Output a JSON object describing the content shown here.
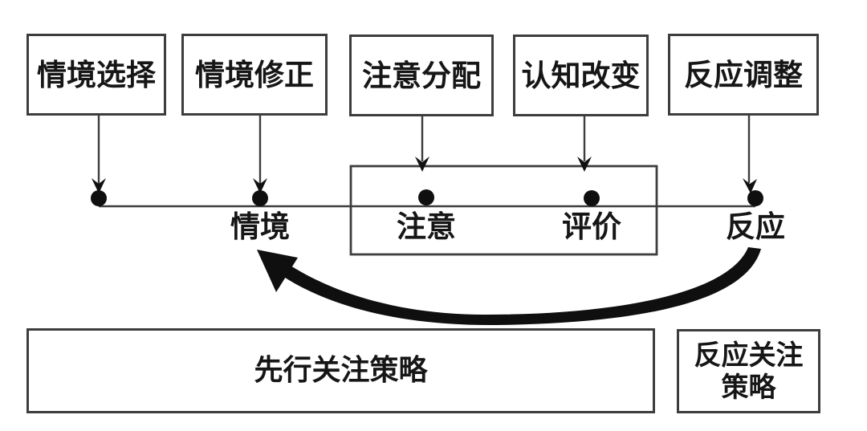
{
  "strategies": [
    {
      "label": "情境选择"
    },
    {
      "label": "情境修正"
    },
    {
      "label": "注意分配"
    },
    {
      "label": "认知改变"
    },
    {
      "label": "反应调整"
    }
  ],
  "timeline_nodes": [
    {
      "label": "情境"
    },
    {
      "label": "注意"
    },
    {
      "label": "评价"
    },
    {
      "label": "反应"
    }
  ],
  "bottom_strategies": {
    "antecedent_focused": {
      "label": "先行关注策略"
    },
    "response_focused": {
      "label": "反应关注\n策略"
    }
  },
  "colors": {
    "line": "#3d3d3d",
    "ink": "#141414",
    "dot": "#0f0f0f",
    "background": "#ffffff"
  }
}
